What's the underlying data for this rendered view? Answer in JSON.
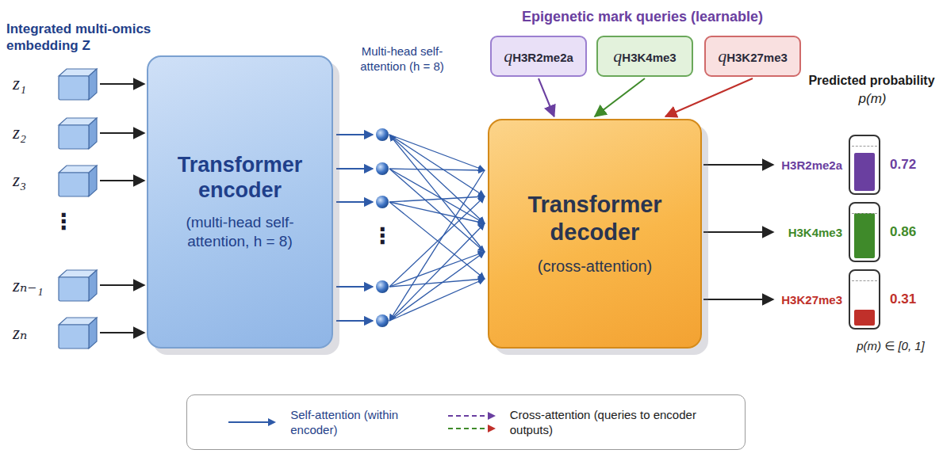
{
  "diagram": {
    "nodes": [
      {
        "text": [
          "z₁"
        ]
      },
      {
        "text": [
          "z₂"
        ]
      },
      {
        "text": [
          "z₃"
        ]
      },
      {
        "text": [
          "zₙ₋₁"
        ]
      },
      {
        "text": [
          "zₙ"
        ]
      },
      {
        "text": [
          "Transformer encoder",
          "(multi-head self-attention, h = 8)"
        ]
      },
      {
        "text": [
          "Transformer decoder",
          "(cross-attention)"
        ]
      },
      {
        "text": [
          "qH3R2me2a"
        ]
      },
      {
        "text": [
          "qH3K4me3"
        ]
      },
      {
        "text": [
          "qH3K27me3"
        ]
      },
      {
        "text": [
          "H3R2me2a",
          "0.72"
        ]
      },
      {
        "text": [
          "H3K4me3",
          "0.86"
        ]
      },
      {
        "text": [
          "H3K27me3",
          "0.31"
        ]
      }
    ],
    "edges": [
      {
        "from": 0,
        "to": 5,
        "arrow": "to"
      },
      {
        "from": 1,
        "to": 5,
        "arrow": "to"
      },
      {
        "from": 2,
        "to": 5,
        "arrow": "to"
      },
      {
        "from": 3,
        "to": 5,
        "arrow": "to"
      },
      {
        "from": 4,
        "to": 5,
        "arrow": "to"
      },
      {
        "from": 7,
        "to": 6,
        "arrow": "to"
      },
      {
        "from": 8,
        "to": 6,
        "arrow": "to"
      },
      {
        "from": 9,
        "to": 6,
        "arrow": "to"
      },
      {
        "from": 6,
        "to": 10,
        "arrow": "to"
      },
      {
        "from": 6,
        "to": 11,
        "arrow": "to"
      },
      {
        "from": 6,
        "to": 12,
        "arrow": "to"
      }
    ],
    "labels": [
      "Integrated multi-omics embedding Z",
      "⋮",
      "Multi-head self-attention (h = 8)",
      "⋮",
      "Epigenetic mark queries (learnable)",
      "Predicted probability",
      "p(m)",
      "p(m) ∈ [0, 1]"
    ],
    "legend": [
      {
        "text": "Self-attention (within encoder)"
      },
      {
        "text": "Cross-attention (queries to encoder outputs)"
      }
    ]
  }
}
